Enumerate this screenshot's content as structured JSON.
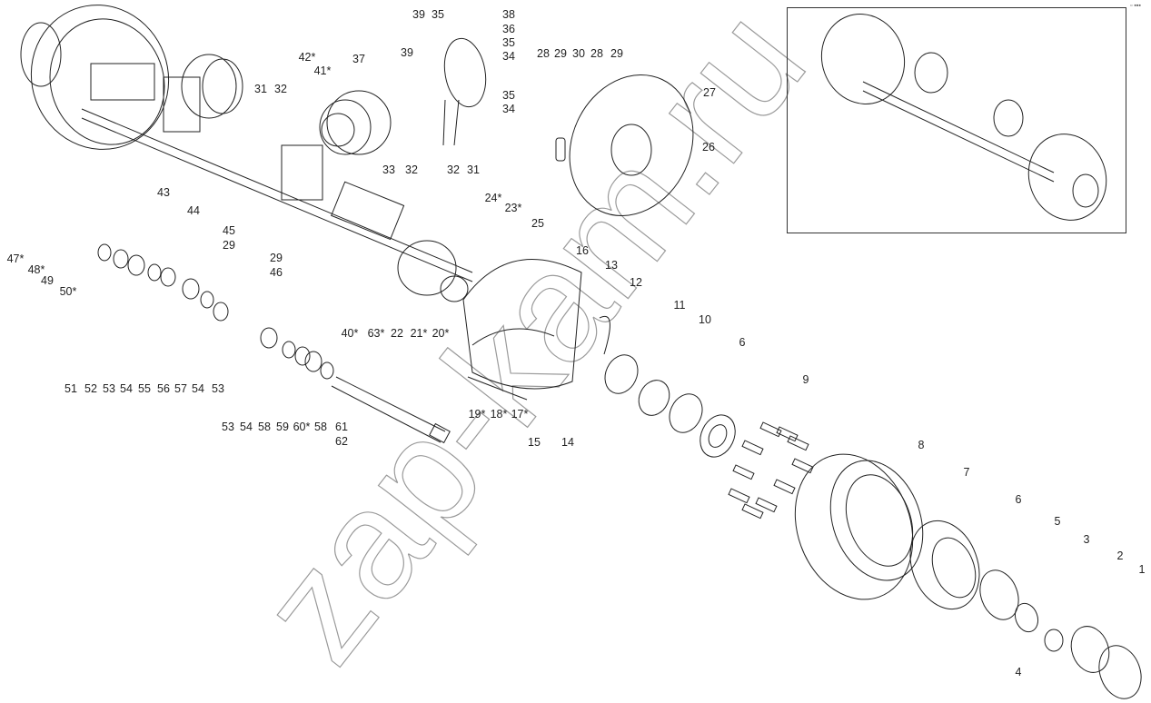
{
  "title": "Exploded parts diagram: trailer axle with drum brakes",
  "watermark": "zap-kam.ru",
  "corner_marker": "▫ ▪▪▪",
  "callouts": [
    "39",
    "35",
    "38",
    "36",
    "35",
    "34",
    "39",
    "42*",
    "41*",
    "37",
    "31",
    "32",
    "33",
    "32",
    "35",
    "34",
    "32",
    "31",
    "28",
    "29",
    "30",
    "28",
    "29",
    "27",
    "26",
    "25",
    "24*",
    "23*",
    "43",
    "44",
    "45",
    "29",
    "29",
    "46",
    "47*",
    "48*",
    "49",
    "50*",
    "51",
    "52",
    "53",
    "54",
    "55",
    "56",
    "57",
    "54",
    "53",
    "53",
    "54",
    "58",
    "59",
    "60*",
    "58",
    "61",
    "62",
    "40*",
    "63*",
    "22",
    "21*",
    "20*",
    "16",
    "13",
    "12",
    "11",
    "10",
    "6",
    "19*",
    "18*",
    "17*",
    "15",
    "14",
    "9",
    "8",
    "7",
    "6",
    "5",
    "3",
    "2",
    "1",
    "4"
  ],
  "colors": {
    "line": "#222222",
    "watermark": "#9a9a9a"
  }
}
